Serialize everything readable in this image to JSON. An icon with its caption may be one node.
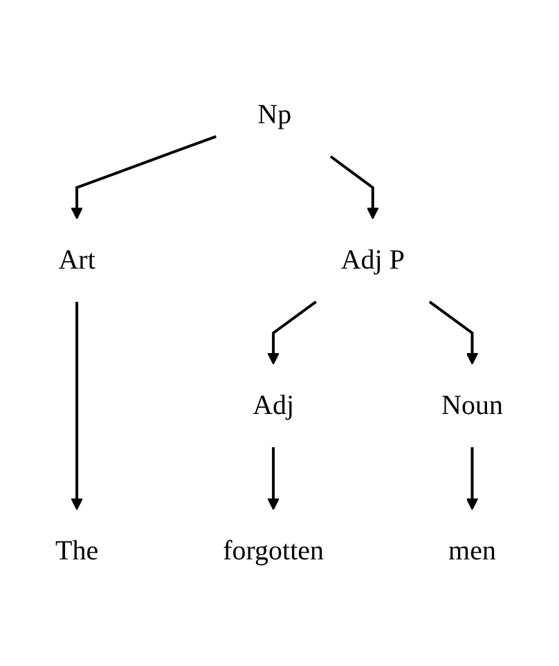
{
  "diagram": {
    "nodes": [
      {
        "text": [
          "Np"
        ]
      },
      {
        "text": [
          "Art"
        ]
      },
      {
        "text": [
          "Adj P"
        ]
      },
      {
        "text": [
          "Adj"
        ]
      },
      {
        "text": [
          "Noun"
        ]
      },
      {
        "text": [
          "The"
        ]
      },
      {
        "text": [
          "forgotten"
        ]
      },
      {
        "text": [
          "men"
        ]
      }
    ],
    "edges": [
      {
        "from": 0,
        "to": 1,
        "arrow": "to"
      },
      {
        "from": 0,
        "to": 2,
        "arrow": "to"
      },
      {
        "from": 1,
        "to": 5,
        "arrow": "to"
      },
      {
        "from": 2,
        "to": 3,
        "arrow": "to"
      },
      {
        "from": 2,
        "to": 4,
        "arrow": "to"
      },
      {
        "from": 3,
        "to": 6,
        "arrow": "to"
      },
      {
        "from": 4,
        "to": 7,
        "arrow": "to"
      }
    ]
  }
}
